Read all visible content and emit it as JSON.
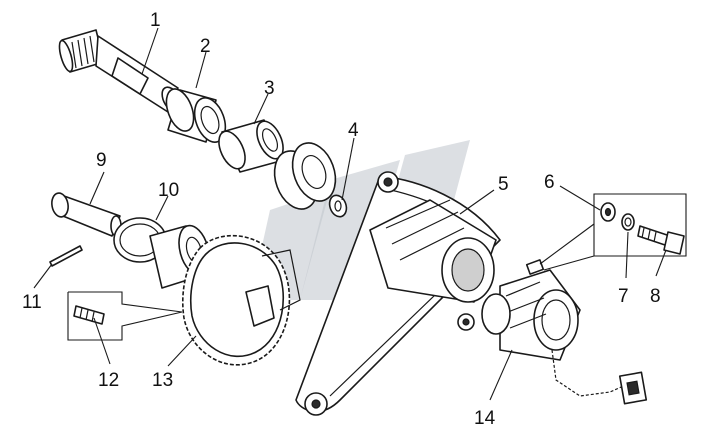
{
  "callouts": [
    {
      "id": "1",
      "label": "1"
    },
    {
      "id": "2",
      "label": "2"
    },
    {
      "id": "3",
      "label": "3"
    },
    {
      "id": "4",
      "label": "4"
    },
    {
      "id": "5",
      "label": "5"
    },
    {
      "id": "6",
      "label": "6"
    },
    {
      "id": "7",
      "label": "7"
    },
    {
      "id": "8",
      "label": "8"
    },
    {
      "id": "9",
      "label": "9"
    },
    {
      "id": "10",
      "label": "10"
    },
    {
      "id": "11",
      "label": "11"
    },
    {
      "id": "12",
      "label": "12"
    },
    {
      "id": "13",
      "label": "13"
    },
    {
      "id": "14",
      "label": "14"
    }
  ],
  "colors": {
    "line": "#1a1a1a",
    "background": "#ffffff",
    "watermark": "#bfc4cc"
  }
}
